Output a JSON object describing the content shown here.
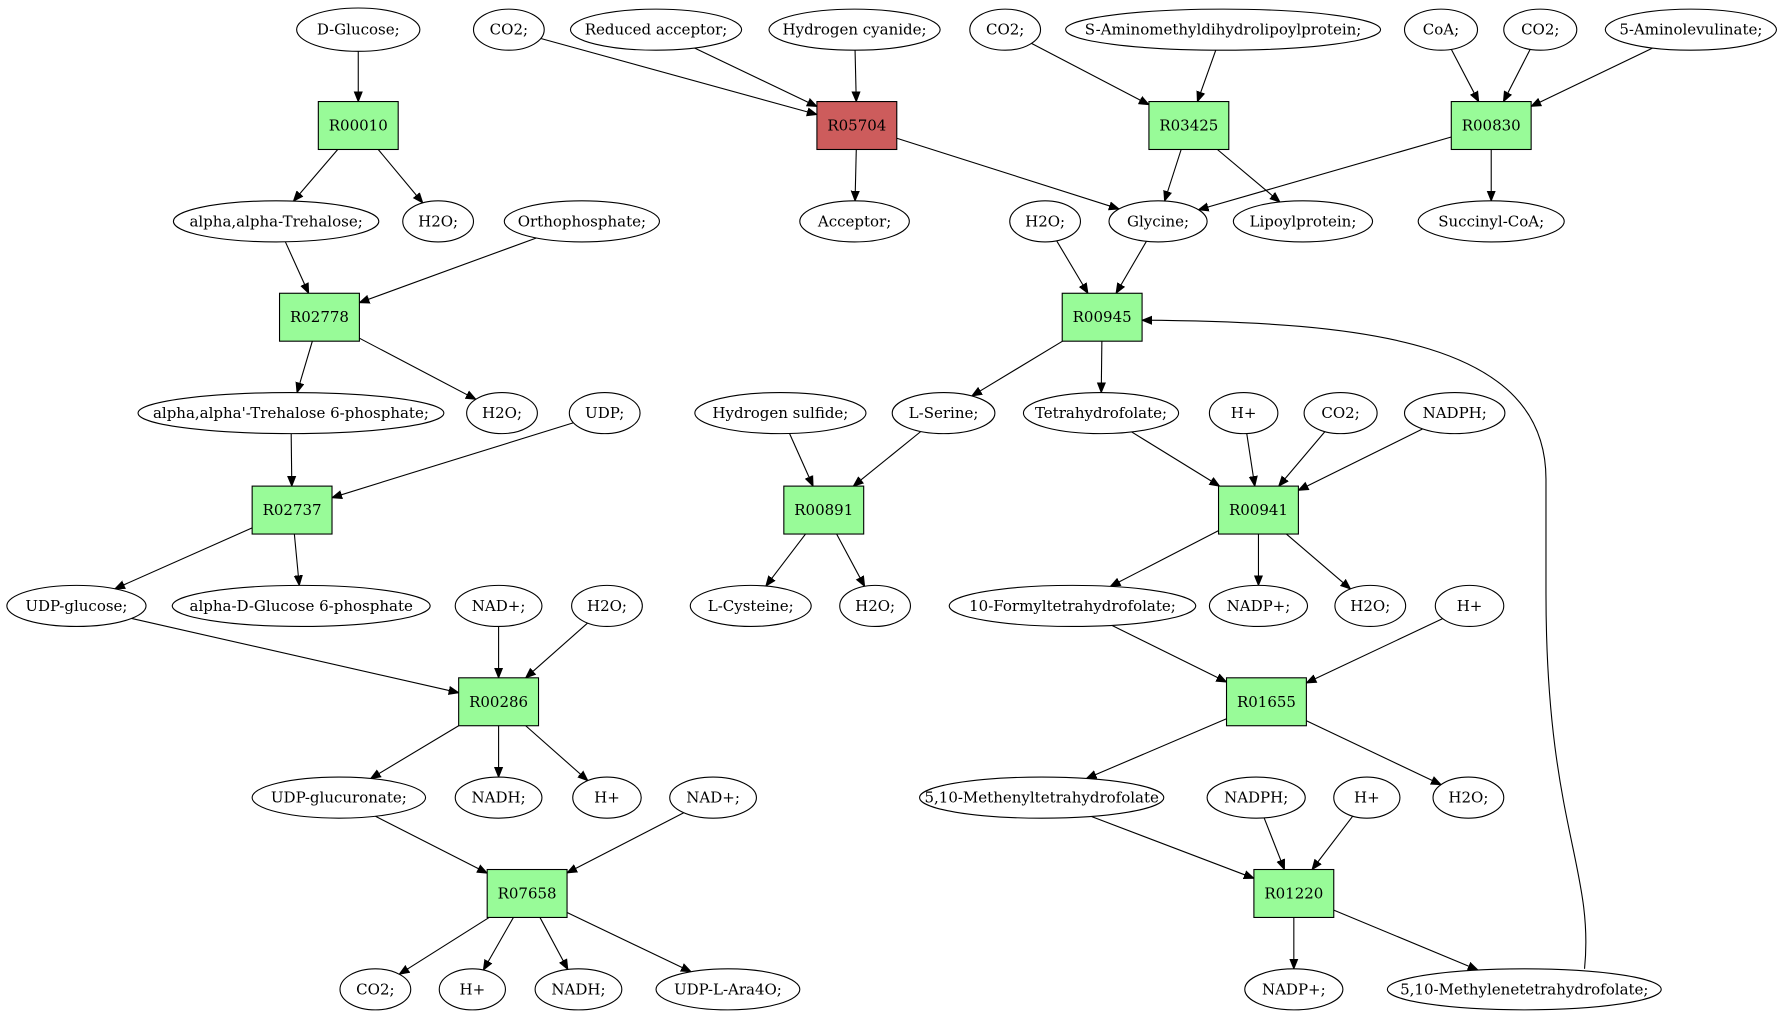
{
  "colors": {
    "reaction": "#98fb98",
    "reaction_highlight": "#cd5c5c",
    "source_compound": "#00ff00",
    "target_compound": "#ffff00",
    "compound": "#ffffff"
  },
  "nodes": [
    {
      "id": "c_dglucose",
      "kind": "compound",
      "label": "D-Glucose;",
      "fill": "source_compound"
    },
    {
      "id": "r00010",
      "kind": "reaction",
      "label": "R00010"
    },
    {
      "id": "c_trehalose",
      "kind": "compound",
      "label": "alpha,alpha-Trehalose;"
    },
    {
      "id": "c_h2o_1",
      "kind": "compound",
      "label": "H2O;"
    },
    {
      "id": "c_orthophosphate",
      "kind": "compound",
      "label": "Orthophosphate;"
    },
    {
      "id": "r02778",
      "kind": "reaction",
      "label": "R02778"
    },
    {
      "id": "c_trehalose6p",
      "kind": "compound",
      "label": "alpha,alpha'-Trehalose 6-phosphate;"
    },
    {
      "id": "c_h2o_2",
      "kind": "compound",
      "label": "H2O;"
    },
    {
      "id": "c_udp",
      "kind": "compound",
      "label": "UDP;"
    },
    {
      "id": "r02737",
      "kind": "reaction",
      "label": "R02737"
    },
    {
      "id": "c_udpglucose",
      "kind": "compound",
      "label": "UDP-glucose;"
    },
    {
      "id": "c_glucose6p",
      "kind": "compound",
      "label": "alpha-D-Glucose 6-phosphate"
    },
    {
      "id": "c_nadplus_1",
      "kind": "compound",
      "label": "NAD+;"
    },
    {
      "id": "c_h2o_3",
      "kind": "compound",
      "label": "H2O;"
    },
    {
      "id": "r00286",
      "kind": "reaction",
      "label": "R00286"
    },
    {
      "id": "c_udpglucuronate",
      "kind": "compound",
      "label": "UDP-glucuronate;"
    },
    {
      "id": "c_nadh_1",
      "kind": "compound",
      "label": "NADH;"
    },
    {
      "id": "c_hplus_1",
      "kind": "compound",
      "label": "H+"
    },
    {
      "id": "c_nadplus_2",
      "kind": "compound",
      "label": "NAD+;"
    },
    {
      "id": "r07658",
      "kind": "reaction",
      "label": "R07658"
    },
    {
      "id": "c_co2_1",
      "kind": "compound",
      "label": "CO2;"
    },
    {
      "id": "c_hplus_2",
      "kind": "compound",
      "label": "H+"
    },
    {
      "id": "c_nadh_2",
      "kind": "compound",
      "label": "NADH;"
    },
    {
      "id": "c_udpara4o",
      "kind": "compound",
      "label": "UDP-L-Ara4O;"
    },
    {
      "id": "c_co2_2",
      "kind": "compound",
      "label": "CO2;"
    },
    {
      "id": "c_reducedacceptor",
      "kind": "compound",
      "label": "Reduced acceptor;"
    },
    {
      "id": "c_hcn",
      "kind": "compound",
      "label": "Hydrogen cyanide;"
    },
    {
      "id": "r05704",
      "kind": "reaction",
      "label": "R05704",
      "fill": "reaction_highlight"
    },
    {
      "id": "c_acceptor",
      "kind": "compound",
      "label": "Acceptor;"
    },
    {
      "id": "c_co2_3",
      "kind": "compound",
      "label": "CO2;"
    },
    {
      "id": "c_samdlp",
      "kind": "compound",
      "label": "S-Aminomethyldihydrolipoylprotein;"
    },
    {
      "id": "r03425",
      "kind": "reaction",
      "label": "R03425"
    },
    {
      "id": "c_coa",
      "kind": "compound",
      "label": "CoA;"
    },
    {
      "id": "c_co2_4",
      "kind": "compound",
      "label": "CO2;"
    },
    {
      "id": "c_aminolevulinate",
      "kind": "compound",
      "label": "5-Aminolevulinate;"
    },
    {
      "id": "r00830",
      "kind": "reaction",
      "label": "R00830"
    },
    {
      "id": "c_succinylcoa",
      "kind": "compound",
      "label": "Succinyl-CoA;"
    },
    {
      "id": "c_h2o_4",
      "kind": "compound",
      "label": "H2O;"
    },
    {
      "id": "c_glycine",
      "kind": "compound",
      "label": "Glycine;"
    },
    {
      "id": "c_lipoylprotein",
      "kind": "compound",
      "label": "Lipoylprotein;"
    },
    {
      "id": "r00945",
      "kind": "reaction",
      "label": "R00945"
    },
    {
      "id": "c_h2s",
      "kind": "compound",
      "label": "Hydrogen sulfide;"
    },
    {
      "id": "c_lserine",
      "kind": "compound",
      "label": "L-Serine;"
    },
    {
      "id": "c_thf",
      "kind": "compound",
      "label": "Tetrahydrofolate;"
    },
    {
      "id": "c_hplus_3",
      "kind": "compound",
      "label": "H+"
    },
    {
      "id": "c_co2_5",
      "kind": "compound",
      "label": "CO2;"
    },
    {
      "id": "c_nadph_1",
      "kind": "compound",
      "label": "NADPH;"
    },
    {
      "id": "r00891",
      "kind": "reaction",
      "label": "R00891"
    },
    {
      "id": "c_lcysteine",
      "kind": "compound",
      "label": "L-Cysteine;",
      "fill": "target_compound"
    },
    {
      "id": "c_h2o_5",
      "kind": "compound",
      "label": "H2O;"
    },
    {
      "id": "r00941",
      "kind": "reaction",
      "label": "R00941"
    },
    {
      "id": "c_10fthf",
      "kind": "compound",
      "label": "10-Formyltetrahydrofolate;"
    },
    {
      "id": "c_nadpplus_1",
      "kind": "compound",
      "label": "NADP+;"
    },
    {
      "id": "c_h2o_6",
      "kind": "compound",
      "label": "H2O;"
    },
    {
      "id": "c_hplus_4",
      "kind": "compound",
      "label": "H+"
    },
    {
      "id": "r01655",
      "kind": "reaction",
      "label": "R01655"
    },
    {
      "id": "c_methenylthf",
      "kind": "compound",
      "label": "5,10-Methenyltetrahydrofolate"
    },
    {
      "id": "c_h2o_7",
      "kind": "compound",
      "label": "H2O;"
    },
    {
      "id": "c_nadph_2",
      "kind": "compound",
      "label": "NADPH;"
    },
    {
      "id": "c_hplus_5",
      "kind": "compound",
      "label": "H+"
    },
    {
      "id": "r01220",
      "kind": "reaction",
      "label": "R01220"
    },
    {
      "id": "c_nadpplus_2",
      "kind": "compound",
      "label": "NADP+;"
    },
    {
      "id": "c_methylenethf",
      "kind": "compound",
      "label": "5,10-Methylenetetrahydrofolate;"
    }
  ],
  "edges": [
    {
      "from": "c_dglucose",
      "to": "r00010"
    },
    {
      "from": "r00010",
      "to": "c_trehalose"
    },
    {
      "from": "r00010",
      "to": "c_h2o_1"
    },
    {
      "from": "c_trehalose",
      "to": "r02778"
    },
    {
      "from": "c_orthophosphate",
      "to": "r02778"
    },
    {
      "from": "r02778",
      "to": "c_trehalose6p"
    },
    {
      "from": "r02778",
      "to": "c_h2o_2"
    },
    {
      "from": "c_trehalose6p",
      "to": "r02737"
    },
    {
      "from": "c_udp",
      "to": "r02737"
    },
    {
      "from": "r02737",
      "to": "c_udpglucose"
    },
    {
      "from": "r02737",
      "to": "c_glucose6p"
    },
    {
      "from": "c_udpglucose",
      "to": "r00286"
    },
    {
      "from": "c_nadplus_1",
      "to": "r00286"
    },
    {
      "from": "c_h2o_3",
      "to": "r00286"
    },
    {
      "from": "r00286",
      "to": "c_udpglucuronate"
    },
    {
      "from": "r00286",
      "to": "c_nadh_1"
    },
    {
      "from": "r00286",
      "to": "c_hplus_1"
    },
    {
      "from": "c_udpglucuronate",
      "to": "r07658"
    },
    {
      "from": "c_nadplus_2",
      "to": "r07658"
    },
    {
      "from": "r07658",
      "to": "c_co2_1"
    },
    {
      "from": "r07658",
      "to": "c_hplus_2"
    },
    {
      "from": "r07658",
      "to": "c_nadh_2"
    },
    {
      "from": "r07658",
      "to": "c_udpara4o"
    },
    {
      "from": "c_co2_2",
      "to": "r05704"
    },
    {
      "from": "c_reducedacceptor",
      "to": "r05704"
    },
    {
      "from": "c_hcn",
      "to": "r05704"
    },
    {
      "from": "r05704",
      "to": "c_acceptor"
    },
    {
      "from": "r05704",
      "to": "c_glycine"
    },
    {
      "from": "c_co2_3",
      "to": "r03425"
    },
    {
      "from": "c_samdlp",
      "to": "r03425"
    },
    {
      "from": "r03425",
      "to": "c_glycine"
    },
    {
      "from": "r03425",
      "to": "c_lipoylprotein"
    },
    {
      "from": "c_coa",
      "to": "r00830"
    },
    {
      "from": "c_co2_4",
      "to": "r00830"
    },
    {
      "from": "c_aminolevulinate",
      "to": "r00830"
    },
    {
      "from": "r00830",
      "to": "c_glycine"
    },
    {
      "from": "r00830",
      "to": "c_succinylcoa"
    },
    {
      "from": "c_h2o_4",
      "to": "r00945"
    },
    {
      "from": "c_glycine",
      "to": "r00945"
    },
    {
      "from": "c_methylenethf",
      "to": "r00945",
      "curve": true
    },
    {
      "from": "r00945",
      "to": "c_lserine"
    },
    {
      "from": "r00945",
      "to": "c_thf"
    },
    {
      "from": "c_h2s",
      "to": "r00891"
    },
    {
      "from": "c_lserine",
      "to": "r00891"
    },
    {
      "from": "r00891",
      "to": "c_lcysteine"
    },
    {
      "from": "r00891",
      "to": "c_h2o_5"
    },
    {
      "from": "c_thf",
      "to": "r00941"
    },
    {
      "from": "c_hplus_3",
      "to": "r00941"
    },
    {
      "from": "c_co2_5",
      "to": "r00941"
    },
    {
      "from": "c_nadph_1",
      "to": "r00941"
    },
    {
      "from": "r00941",
      "to": "c_10fthf"
    },
    {
      "from": "r00941",
      "to": "c_nadpplus_1"
    },
    {
      "from": "r00941",
      "to": "c_h2o_6"
    },
    {
      "from": "c_10fthf",
      "to": "r01655"
    },
    {
      "from": "c_hplus_4",
      "to": "r01655"
    },
    {
      "from": "r01655",
      "to": "c_methenylthf"
    },
    {
      "from": "r01655",
      "to": "c_h2o_7"
    },
    {
      "from": "c_methenylthf",
      "to": "r01220"
    },
    {
      "from": "c_nadph_2",
      "to": "r01220"
    },
    {
      "from": "c_hplus_5",
      "to": "r01220"
    },
    {
      "from": "r01220",
      "to": "c_nadpplus_2"
    },
    {
      "from": "r01220",
      "to": "c_methylenethf"
    }
  ]
}
